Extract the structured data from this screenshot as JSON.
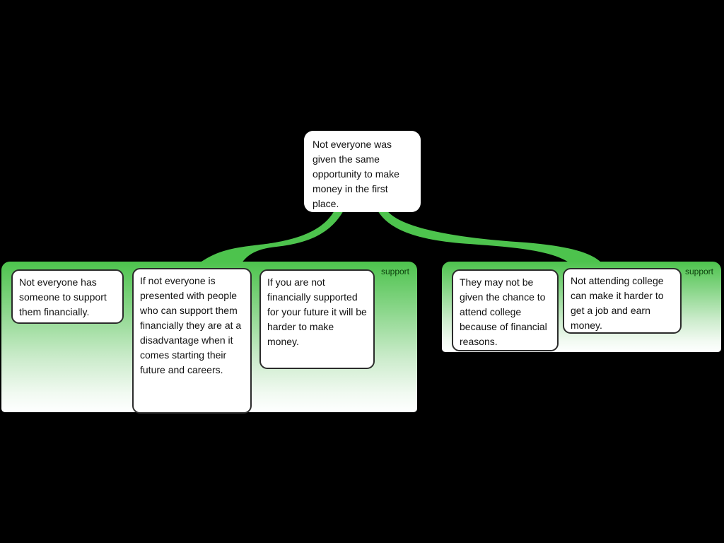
{
  "canvas": {
    "background": "#000000"
  },
  "colors": {
    "connector_green": "#4dc34d",
    "group_gradient_top": "#4dc34d",
    "group_gradient_bottom": "#ffffff",
    "support_label_green": "#0d3f0d",
    "box_fill": "#ffffff",
    "box_border": "#2b2b2b",
    "text_color": "#111111"
  },
  "root_claim": {
    "text": "Not everyone was given the same opportunity to make money in the first place."
  },
  "groups": [
    {
      "label": "support",
      "reasons": [
        "Not everyone has someone to support them financially.",
        "If not everyone is presented with people who can support them financially they are at a disadvantage when it comes starting their future and careers.",
        "If you are not financially supported for your future it will be harder to make money."
      ]
    },
    {
      "label": "support",
      "reasons": [
        "They may not be given the chance to attend college because of financial reasons.",
        "Not attending college can make it harder to get a job and earn money."
      ]
    }
  ]
}
